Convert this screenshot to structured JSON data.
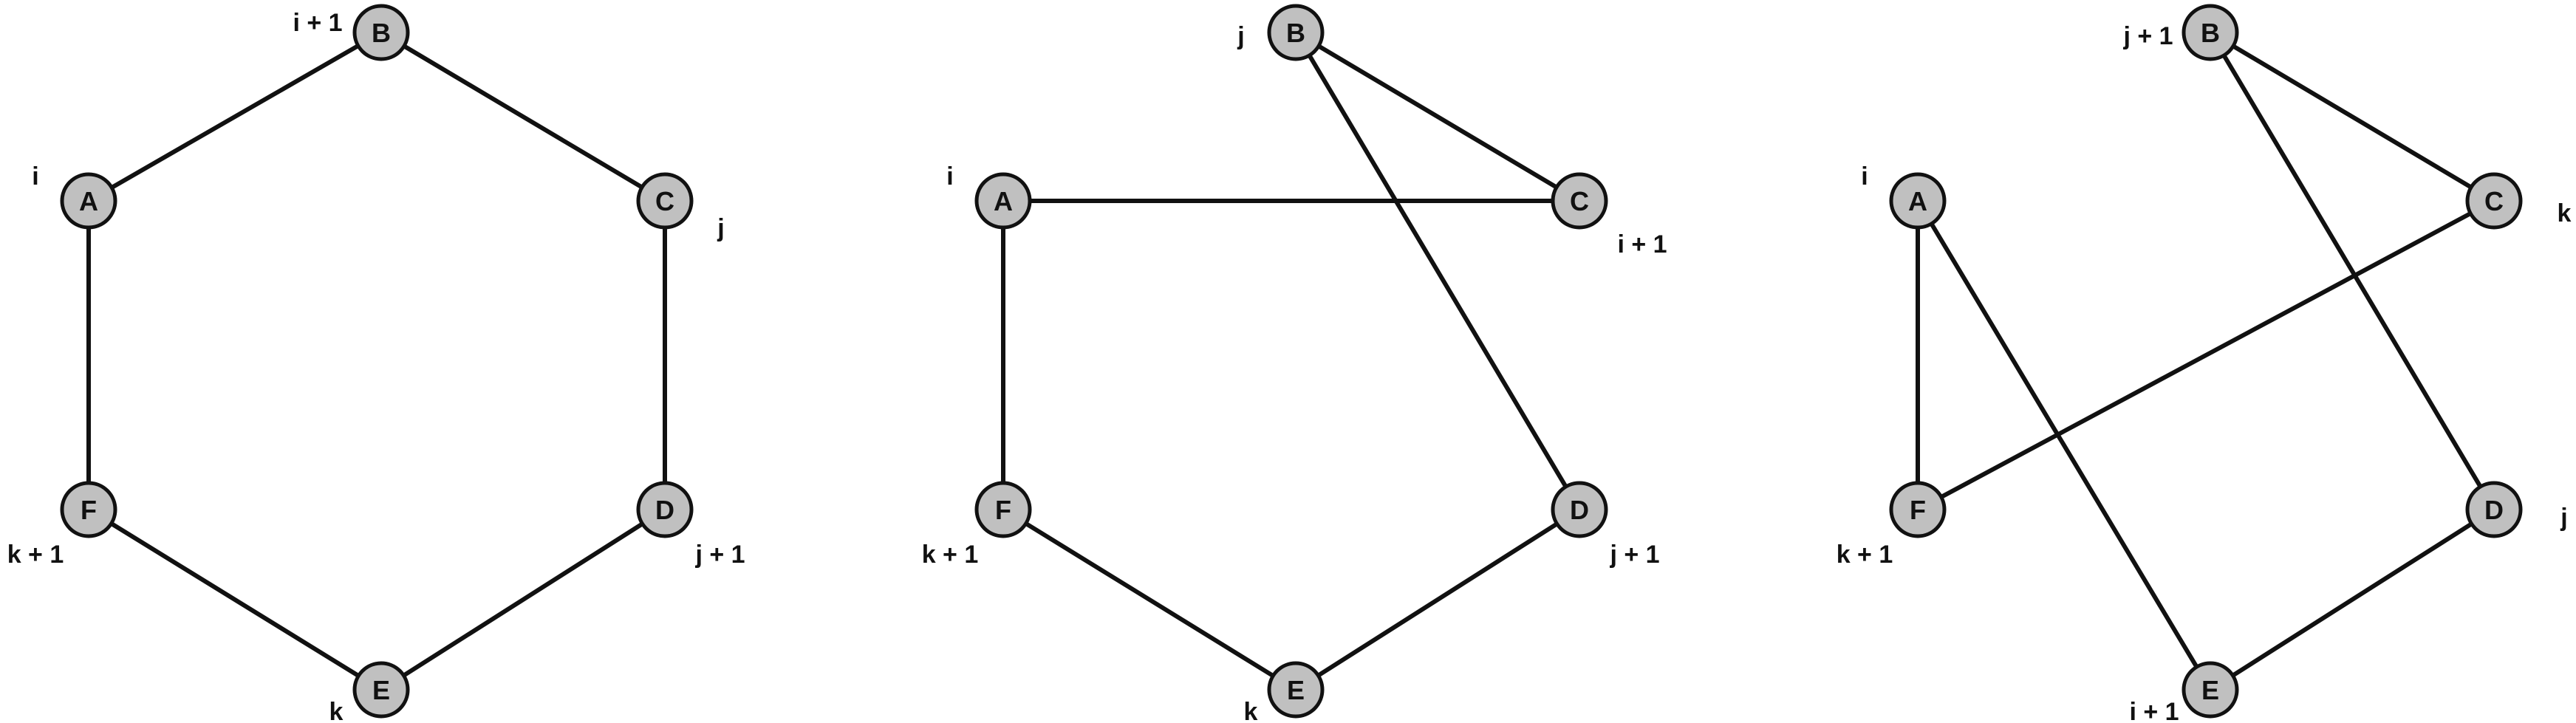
{
  "diagrams": [
    {
      "nodes": [
        {
          "id": "A",
          "side_label": "i"
        },
        {
          "id": "B",
          "side_label": "i + 1"
        },
        {
          "id": "C",
          "side_label": "j"
        },
        {
          "id": "D",
          "side_label": "j + 1"
        },
        {
          "id": "E",
          "side_label": "k"
        },
        {
          "id": "F",
          "side_label": "k + 1"
        }
      ],
      "edges": [
        [
          "A",
          "B"
        ],
        [
          "B",
          "C"
        ],
        [
          "C",
          "D"
        ],
        [
          "D",
          "E"
        ],
        [
          "E",
          "F"
        ],
        [
          "F",
          "A"
        ]
      ]
    },
    {
      "nodes": [
        {
          "id": "A",
          "side_label": "i"
        },
        {
          "id": "B",
          "side_label": "j"
        },
        {
          "id": "C",
          "side_label": "i + 1"
        },
        {
          "id": "D",
          "side_label": "j + 1"
        },
        {
          "id": "E",
          "side_label": "k"
        },
        {
          "id": "F",
          "side_label": "k + 1"
        }
      ],
      "edges": [
        [
          "A",
          "C"
        ],
        [
          "B",
          "C"
        ],
        [
          "B",
          "D"
        ],
        [
          "D",
          "E"
        ],
        [
          "E",
          "F"
        ],
        [
          "F",
          "A"
        ]
      ]
    },
    {
      "nodes": [
        {
          "id": "A",
          "side_label": "i"
        },
        {
          "id": "B",
          "side_label": "j + 1"
        },
        {
          "id": "C",
          "side_label": "k"
        },
        {
          "id": "D",
          "side_label": "j"
        },
        {
          "id": "E",
          "side_label": "i + 1"
        },
        {
          "id": "F",
          "side_label": "k + 1"
        }
      ],
      "edges": [
        [
          "A",
          "F"
        ],
        [
          "A",
          "E"
        ],
        [
          "B",
          "C"
        ],
        [
          "B",
          "D"
        ],
        [
          "C",
          "F"
        ],
        [
          "D",
          "E"
        ]
      ]
    }
  ]
}
